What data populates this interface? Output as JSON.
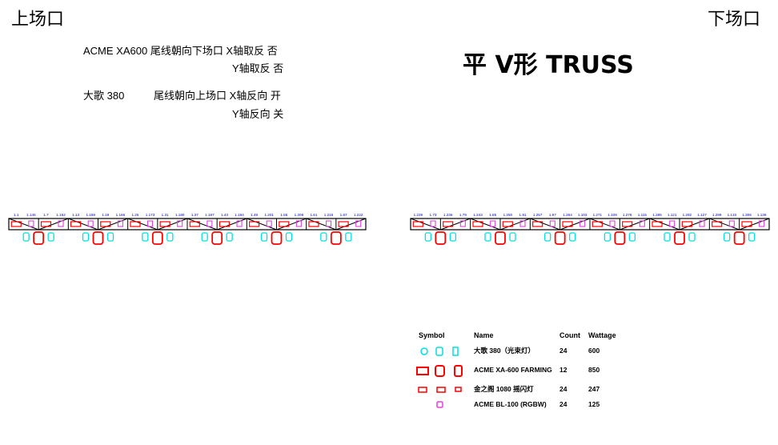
{
  "corners": {
    "left": "上场口",
    "right": "下场口"
  },
  "notes": {
    "line1": "ACME  XA600  尾线朝向下场口 X轴取反 否",
    "line2": "Y轴取反 否",
    "line3_name": "大歌 380",
    "line3_text": "尾线朝向上场口 X轴反向 开",
    "line4": "Y轴反向 关"
  },
  "title": "平 V形 TRUSS",
  "colors": {
    "frame": "#000000",
    "fixture_red": "#ff0000",
    "fixture_cyan": "#00e0e0",
    "fixture_magenta": "#e040e0",
    "label_blue": "#0000cc"
  },
  "left_truss_labels": [
    "1.1",
    "1.145",
    "1.7",
    "1.152",
    "1.13",
    "1.159",
    "1.19",
    "1.166",
    "1.25",
    "1.173",
    "1.31",
    "1.180",
    "1.37",
    "1.187",
    "1.43",
    "1.194",
    "1.49",
    "1.201",
    "1.55",
    "1.208",
    "1.61",
    "1.215",
    "1.67",
    "1.222"
  ],
  "right_truss_labels": [
    "1.229",
    "1.73",
    "1.236",
    "1.79",
    "1.243",
    "1.85",
    "1.250",
    "1.91",
    "1.257",
    "1.97",
    "1.264",
    "1.103",
    "1.271",
    "1.109",
    "1.278",
    "1.115",
    "1.285",
    "1.121",
    "1.292",
    "1.127",
    "1.299",
    "1.133",
    "1.306",
    "1.139"
  ],
  "legend": {
    "headers": {
      "symbol": "Symbol",
      "name": "Name",
      "count": "Count",
      "wattage": "Wattage"
    },
    "rows": [
      {
        "name": "大歌 380（光束灯）",
        "count": "24",
        "wattage": "600",
        "icons": [
          "cyan-beam-icon"
        ]
      },
      {
        "name": "ACME XA-600 FARMING",
        "count": "12",
        "wattage": "850",
        "icons": [
          "red-spot-icon"
        ]
      },
      {
        "name": "金之阁 1080 摇闪灯",
        "count": "24",
        "wattage": "247",
        "icons": [
          "red-strobe-icon"
        ]
      },
      {
        "name": "ACME BL-100 (RGBW)",
        "count": "24",
        "wattage": "125",
        "icons": [
          "magenta-wash-icon"
        ]
      }
    ]
  }
}
